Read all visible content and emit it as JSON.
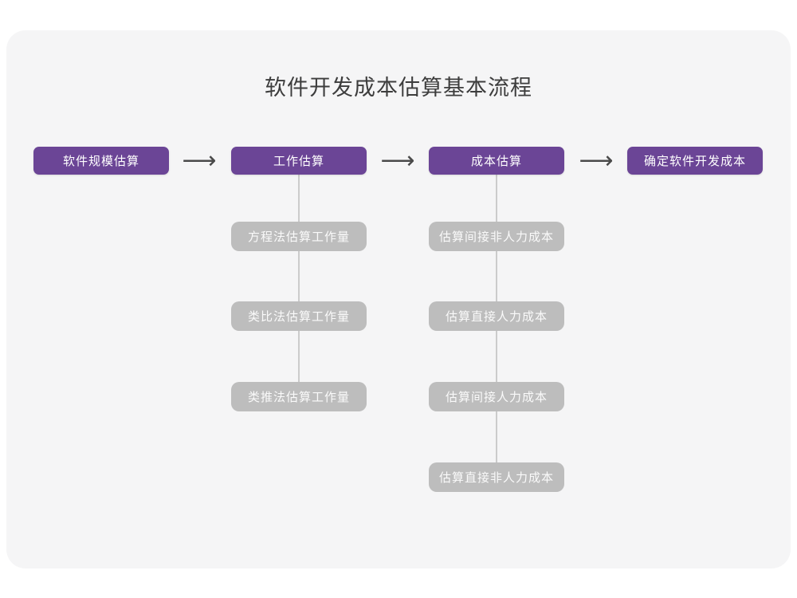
{
  "title": "软件开发成本估算基本流程",
  "icons": {
    "flow_arrow": "⟶"
  },
  "colors": {
    "stage_fill": "#6B4596",
    "stage_text": "#FFFFFF",
    "substep_fill": "#BDBDBD",
    "substep_text": "#FAFAFA",
    "card_background": "#F5F5F6",
    "page_background": "#FFFFFF",
    "connector_line": "#CBCBCB",
    "arrow": "#4A4A4A",
    "title_text": "#3D3D3D"
  },
  "flow": {
    "stages": [
      {
        "label": "软件规模估算"
      },
      {
        "label": "工作估算"
      },
      {
        "label": "成本估算"
      },
      {
        "label": "确定软件开发成本"
      }
    ],
    "work_estimation_methods": [
      "方程法估算工作量",
      "类比法估算工作量",
      "类推法估算工作量"
    ],
    "cost_estimation_steps": [
      "估算间接非人力成本",
      "估算直接人力成本",
      "估算间接人力成本",
      "估算直接非人力成本"
    ]
  }
}
